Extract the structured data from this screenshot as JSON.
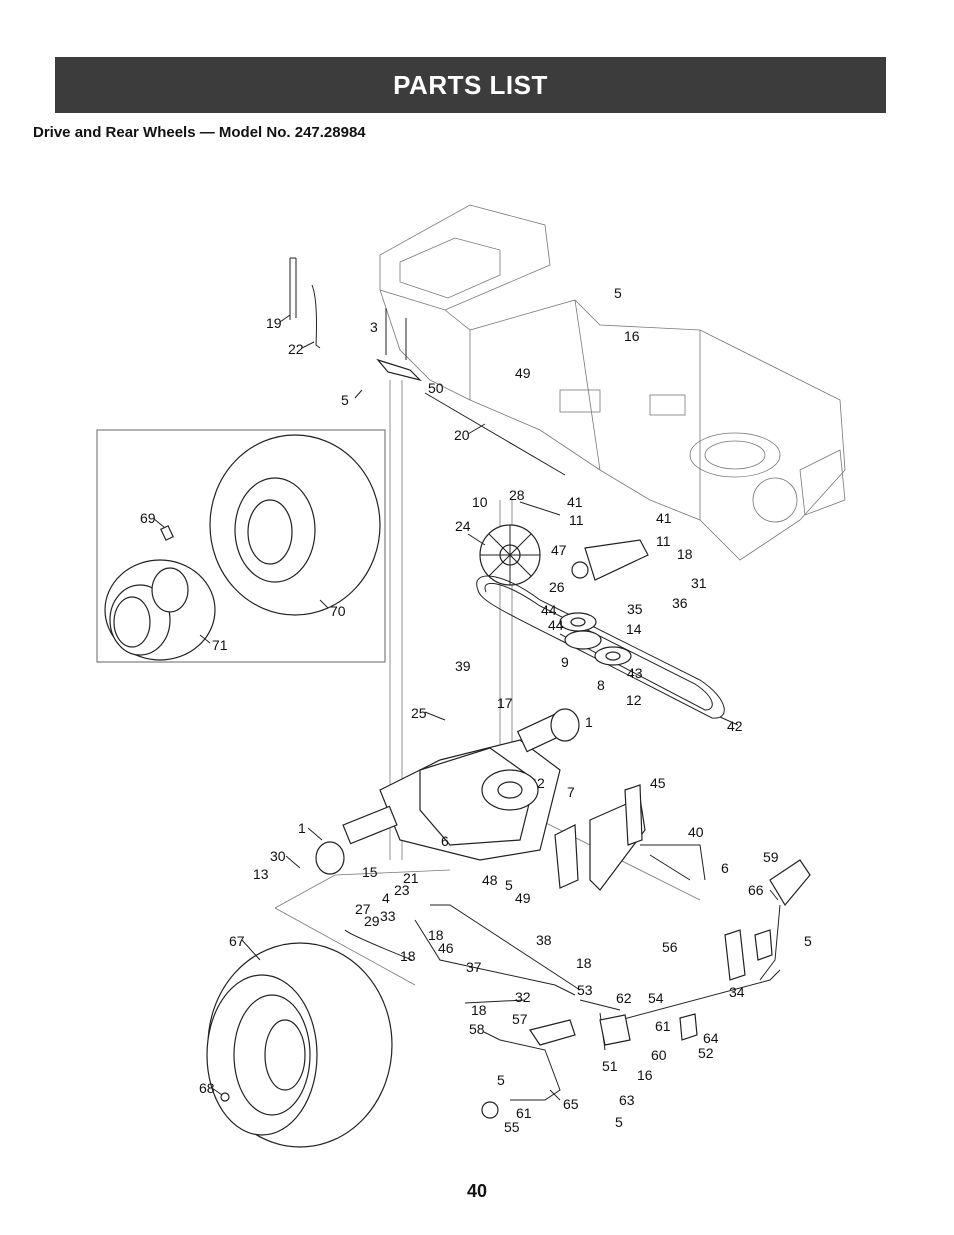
{
  "header": {
    "title": "PARTS LIST"
  },
  "subtitle": "Drive and Rear Wheels — Model No. 247.28984",
  "page_number": "40",
  "callouts": {
    "c19": "19",
    "c22": "22",
    "c3": "3",
    "c5a": "5",
    "c50": "50",
    "c20": "20",
    "c49a": "49",
    "c5b": "5",
    "c16a": "16",
    "c10": "10",
    "c28": "28",
    "c41a": "41",
    "c11a": "11",
    "c41b": "41",
    "c11b": "11",
    "c24": "24",
    "c47": "47",
    "c18a": "18",
    "c31": "31",
    "c26": "26",
    "c36": "36",
    "c35": "35",
    "c44a": "44",
    "c44b": "44",
    "c14": "14",
    "c9": "9",
    "c8": "8",
    "c43": "43",
    "c12": "12",
    "c42": "42",
    "c39": "39",
    "c17": "17",
    "c25": "25",
    "c1a": "1",
    "c2": "2",
    "c7": "7",
    "c45": "45",
    "c40": "40",
    "c1b": "1",
    "c6a": "6",
    "c6b": "6",
    "c30": "30",
    "c13": "13",
    "c15": "15",
    "c21": "21",
    "c48": "48",
    "c5c": "5",
    "c49b": "49",
    "c23": "23",
    "c4": "4",
    "c27": "27",
    "c29": "29",
    "c33": "33",
    "c18b": "18",
    "c46": "46",
    "c18c": "18",
    "c38": "38",
    "c37": "37",
    "c67": "67",
    "c59": "59",
    "c66": "66",
    "c5d": "5",
    "c56": "56",
    "c18d": "18",
    "c18e": "18",
    "c32": "32",
    "c53": "53",
    "c62": "62",
    "c54": "54",
    "c34": "34",
    "c58": "58",
    "c57": "57",
    "c61a": "61",
    "c64": "64",
    "c60": "60",
    "c52": "52",
    "c51": "51",
    "c16b": "16",
    "c5e": "5",
    "c63": "63",
    "c5f": "5",
    "c65": "65",
    "c61b": "61",
    "c55": "55",
    "c68": "68",
    "c69": "69",
    "c70": "70",
    "c71": "71"
  }
}
